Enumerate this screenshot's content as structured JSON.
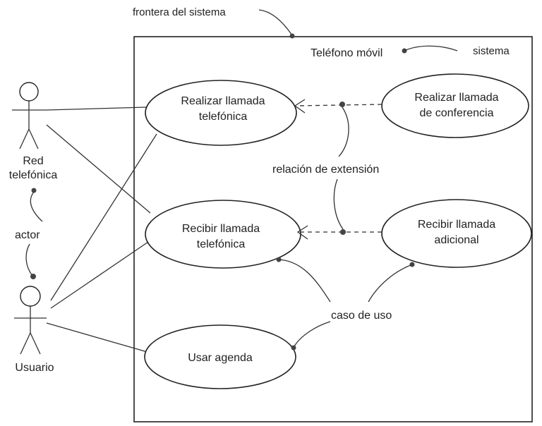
{
  "boundary": {
    "label": "frontera del sistema"
  },
  "system": {
    "name": "Teléfono móvil",
    "label": "sistema"
  },
  "actors": {
    "red": {
      "line1": "Red",
      "line2": "telefónica"
    },
    "usuario": {
      "name": "Usuario"
    },
    "annotation": "actor"
  },
  "use_cases": {
    "realizar": {
      "line1": "Realizar llamada",
      "line2": "telefónica"
    },
    "conferencia": {
      "line1": "Realizar llamada",
      "line2": "de conferencia"
    },
    "recibir": {
      "line1": "Recibir llamada",
      "line2": "telefónica"
    },
    "adicional": {
      "line1": "Recibir llamada",
      "line2": "adicional"
    },
    "agenda": {
      "line1": "Usar agenda"
    }
  },
  "annotations": {
    "extension": "relación de extensión",
    "use_case": "caso de uso"
  }
}
